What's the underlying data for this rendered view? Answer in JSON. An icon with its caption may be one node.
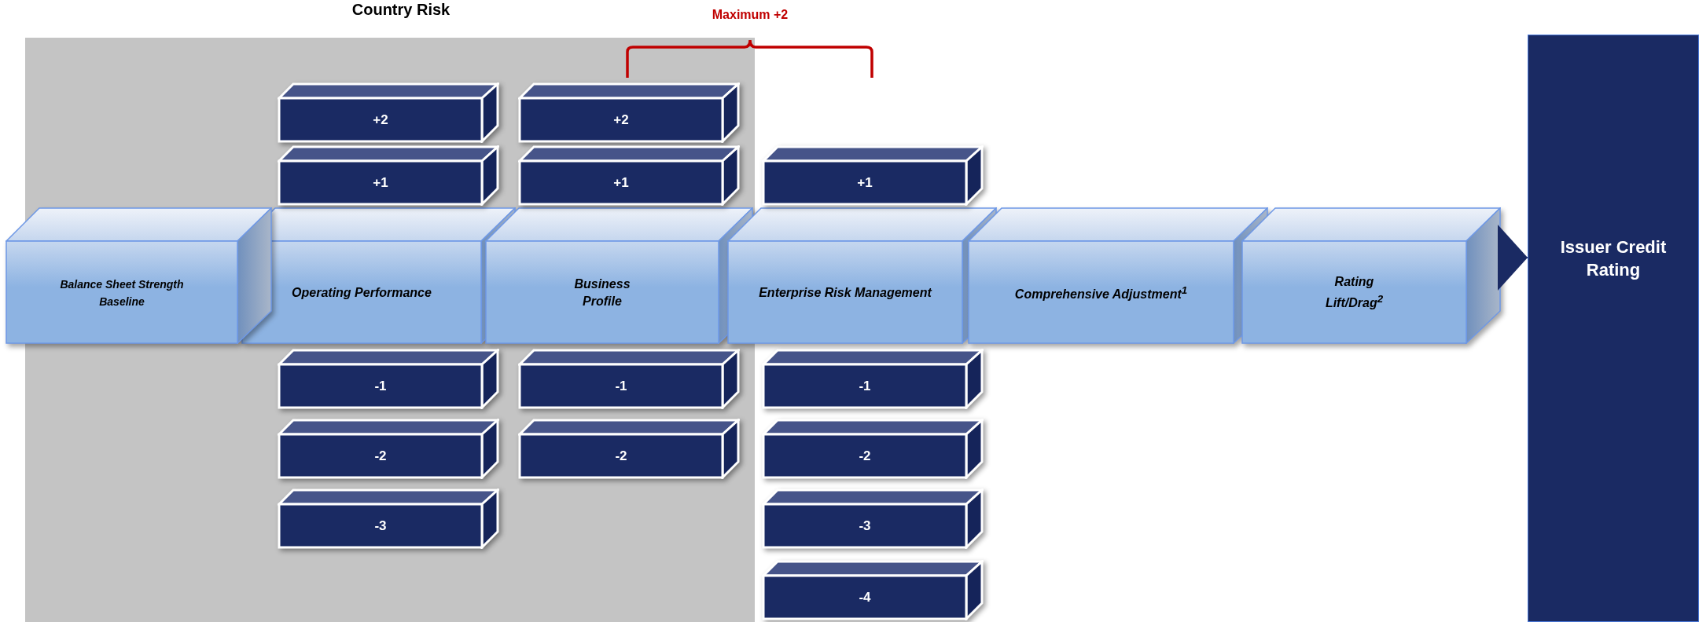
{
  "diagram": {
    "nodes": [
      {
        "text": [
          "Country Risk"
        ]
      },
      {
        "text": [
          "Balance Sheet Strength Baseline"
        ]
      },
      {
        "text": [
          "Operating Performance"
        ],
        "in": 0
      },
      {
        "text": [
          "Business Profile"
        ],
        "in": 0
      },
      {
        "text": [
          "Enterprise Risk Management"
        ]
      },
      {
        "text": [
          "Comprehensive Adjustment$^{1}$"
        ]
      },
      {
        "text": [
          "Rating Lift/Drag$^{2}$"
        ]
      },
      {
        "text": [
          "Issuer Credit Rating"
        ]
      },
      {
        "text": [
          "+2"
        ],
        "in": 0
      },
      {
        "text": [
          "+1"
        ],
        "in": 0
      },
      {
        "text": [
          "-1"
        ],
        "in": 0
      },
      {
        "text": [
          "-2"
        ],
        "in": 0
      },
      {
        "text": [
          "-3"
        ],
        "in": 0
      },
      {
        "text": [
          "+2"
        ],
        "in": 0
      },
      {
        "text": [
          "+1"
        ],
        "in": 0
      },
      {
        "text": [
          "-1"
        ],
        "in": 0
      },
      {
        "text": [
          "-2"
        ],
        "in": 0
      },
      {
        "text": [
          "+1"
        ]
      },
      {
        "text": [
          "-1"
        ]
      },
      {
        "text": [
          "-2"
        ]
      },
      {
        "text": [
          "-3"
        ]
      },
      {
        "text": [
          "-4"
        ]
      }
    ],
    "edges": [
      {
        "from": 6,
        "to": 7,
        "arrow": "to"
      }
    ],
    "labels": [
      "Maximum +2"
    ]
  }
}
